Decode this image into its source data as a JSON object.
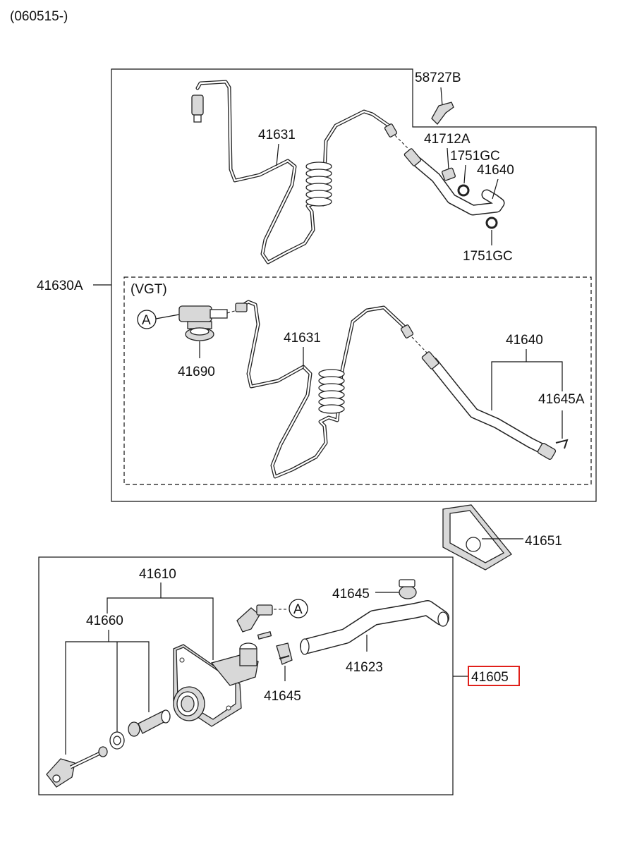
{
  "header": {
    "date_range": "(060515-)"
  },
  "upper_group": {
    "label": "41630A",
    "sub_box_label": "(VGT)",
    "parts": {
      "bracket": "58727B",
      "pipe_top": "41631",
      "union_bolt": "41712A",
      "gasket_upper": "1751GC",
      "hose_top": "41640",
      "gasket_lower": "1751GC",
      "pipe_vgt": "41631",
      "connector_vgt": "41690",
      "hose_vgt": "41640",
      "clip_vgt": "41645A"
    },
    "ref_marker": "A"
  },
  "middle": {
    "gasket_plate": "41651"
  },
  "lower_group": {
    "label": "41605",
    "parts": {
      "cylinder": "41610",
      "push_rod_kit": "41660",
      "hose_clamp_top": "41645",
      "hose": "41623",
      "hose_clamp_bottom": "41645"
    },
    "ref_marker": "A"
  },
  "colors": {
    "highlight": "#e0201a",
    "line": "#111111"
  }
}
